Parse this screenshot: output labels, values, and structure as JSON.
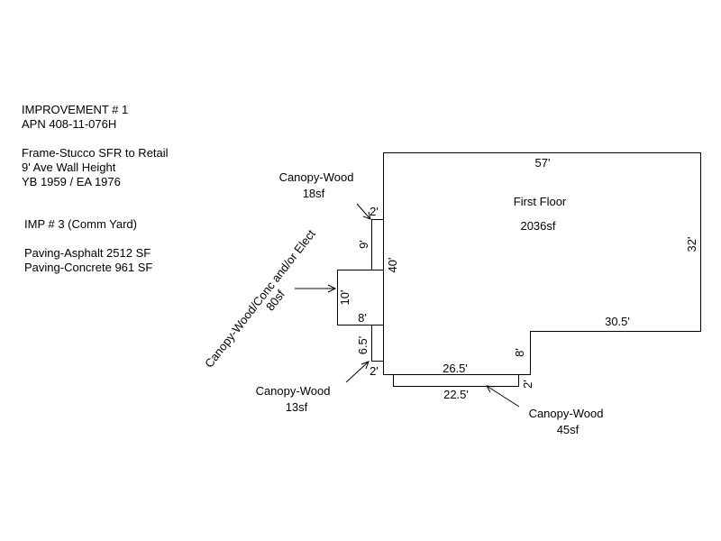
{
  "improvement": {
    "title": "IMPROVEMENT # 1",
    "apn": "APN 408-11-076H",
    "construction": "Frame-Stucco SFR to Retail",
    "wall_height": "9' Ave Wall Height",
    "year_built": "YB 1959 / EA 1976"
  },
  "imp3": {
    "title": "IMP # 3 (Comm Yard)",
    "asphalt": "Paving-Asphalt 2512 SF",
    "concrete": "Paving-Concrete 961 SF"
  },
  "main_floor": {
    "name": "First Floor",
    "area": "2036sf",
    "dims": {
      "top": "57'",
      "right": "32'",
      "step_top": "30.5'",
      "step_side": "8'",
      "bottom": "26.5'",
      "left": "40'"
    }
  },
  "canopy_top": {
    "label": "Canopy-Wood",
    "area": "18sf",
    "width": "2'",
    "length": "9'"
  },
  "canopy_mid": {
    "label": "Canopy-Wood/Conc and/or Elect",
    "area": "80sf",
    "width": "8'",
    "length": "10'"
  },
  "canopy_low": {
    "label": "Canopy-Wood",
    "area": "13sf",
    "width": "2'",
    "length": "6.5'"
  },
  "canopy_bottom": {
    "label": "Canopy-Wood",
    "area": "45sf",
    "length": "22.5'",
    "width": "2'"
  }
}
